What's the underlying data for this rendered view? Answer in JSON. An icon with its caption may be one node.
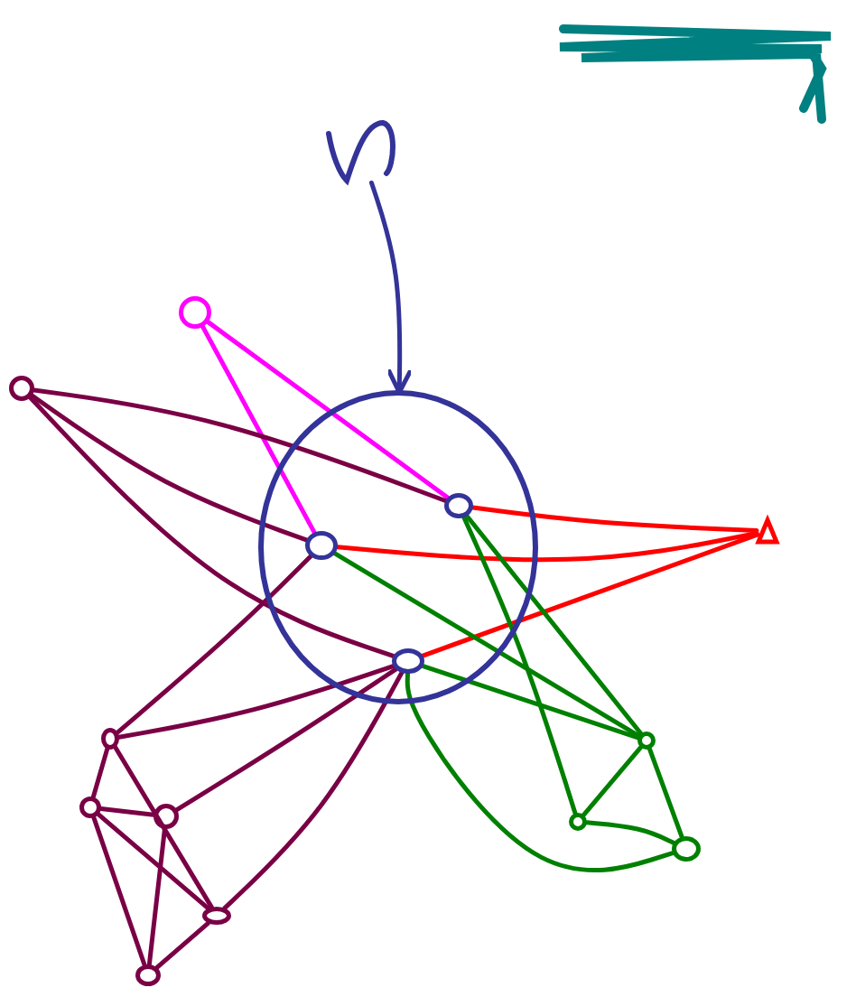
{
  "diagram": {
    "nodes": [
      {
        "text": [],
        "shape": "ellipse"
      },
      {
        "text": [],
        "shape": "circle",
        "in": 0
      },
      {
        "text": [],
        "shape": "circle",
        "in": 0
      },
      {
        "text": [],
        "shape": "circle",
        "in": 0
      },
      {
        "text": [],
        "shape": "picture"
      },
      {
        "text": [],
        "shape": "circle"
      },
      {
        "text": [],
        "shape": "circle"
      },
      {
        "text": [],
        "shape": "triangle"
      },
      {
        "text": [],
        "shape": "circle"
      },
      {
        "text": [],
        "shape": "circle"
      },
      {
        "text": [],
        "shape": "circle"
      },
      {
        "text": [],
        "shape": "circle"
      },
      {
        "text": [],
        "shape": "circle"
      },
      {
        "text": [],
        "shape": "circle"
      },
      {
        "text": [],
        "shape": "circle"
      },
      {
        "text": [],
        "shape": "circle"
      }
    ],
    "edges": [
      {
        "from": 4,
        "to": 0,
        "arrow": "to",
        "color": "#333399"
      },
      {
        "from": 5,
        "to": 1,
        "arrow": "none",
        "color": "#ff00ff"
      },
      {
        "from": 5,
        "to": 2,
        "arrow": "none",
        "color": "#ff00ff"
      },
      {
        "from": 6,
        "to": 1,
        "arrow": "none"
      },
      {
        "from": 6,
        "to": 2,
        "arrow": "none"
      },
      {
        "from": 6,
        "to": 3,
        "arrow": "none"
      },
      {
        "from": 7,
        "to": 1,
        "arrow": "none",
        "color": "#ff0000"
      },
      {
        "from": 7,
        "to": 2,
        "arrow": "none",
        "color": "#ff0000"
      },
      {
        "from": 7,
        "to": 3,
        "arrow": "none",
        "color": "#ff0000"
      },
      {
        "from": 1,
        "to": 8,
        "arrow": "none",
        "color": "#008000"
      },
      {
        "from": 2,
        "to": 8,
        "arrow": "none",
        "color": "#008000"
      },
      {
        "from": 3,
        "to": 8,
        "arrow": "none",
        "color": "#008000"
      },
      {
        "from": 1,
        "to": 9,
        "arrow": "none",
        "color": "#008000"
      },
      {
        "from": 3,
        "to": 10,
        "arrow": "none",
        "color": "#008000"
      },
      {
        "from": 8,
        "to": 9,
        "arrow": "none",
        "color": "#008000"
      },
      {
        "from": 9,
        "to": 10,
        "arrow": "none",
        "color": "#008000"
      },
      {
        "from": 8,
        "to": 10,
        "arrow": "none",
        "color": "#008000"
      },
      {
        "from": 2,
        "to": 11,
        "arrow": "none"
      },
      {
        "from": 3,
        "to": 11,
        "arrow": "none"
      },
      {
        "from": 3,
        "to": 13,
        "arrow": "none"
      },
      {
        "from": 3,
        "to": 14,
        "arrow": "none"
      },
      {
        "from": 11,
        "to": 12,
        "arrow": "none"
      },
      {
        "from": 12,
        "to": 13,
        "arrow": "none"
      },
      {
        "from": 12,
        "to": 15,
        "arrow": "none"
      },
      {
        "from": 12,
        "to": 14,
        "arrow": "none"
      },
      {
        "from": 13,
        "to": 15,
        "arrow": "none"
      },
      {
        "from": 11,
        "to": 14,
        "arrow": "none"
      },
      {
        "from": 14,
        "to": 15,
        "arrow": "none"
      }
    ]
  }
}
